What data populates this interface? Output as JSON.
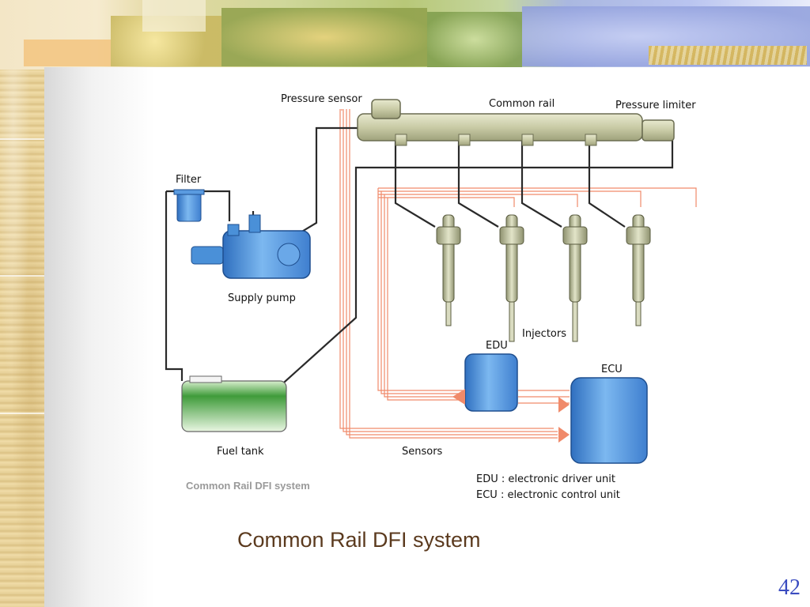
{
  "slide": {
    "caption": "Common Rail DFI system",
    "page_number": "42"
  },
  "diagram": {
    "image_caption": "Common Rail DFI system",
    "labels": {
      "pressure_sensor": "Pressure sensor",
      "common_rail": "Common rail",
      "pressure_limiter": "Pressure limiter",
      "filter": "Filter",
      "supply_pump": "Supply pump",
      "injectors": "Injectors",
      "edu": "EDU",
      "ecu": "ECU",
      "fuel_tank": "Fuel tank",
      "sensors": "Sensors",
      "edu_legend": "EDU : electronic driver unit",
      "ecu_legend": "ECU : electronic control unit"
    },
    "colors": {
      "rail": "#c9cba6",
      "pump": "#4a90d8",
      "box": "#5a9be0",
      "fuel": "#3f9b3a",
      "wire": "#f08a6a",
      "pipe": "#2a2a2a"
    }
  }
}
